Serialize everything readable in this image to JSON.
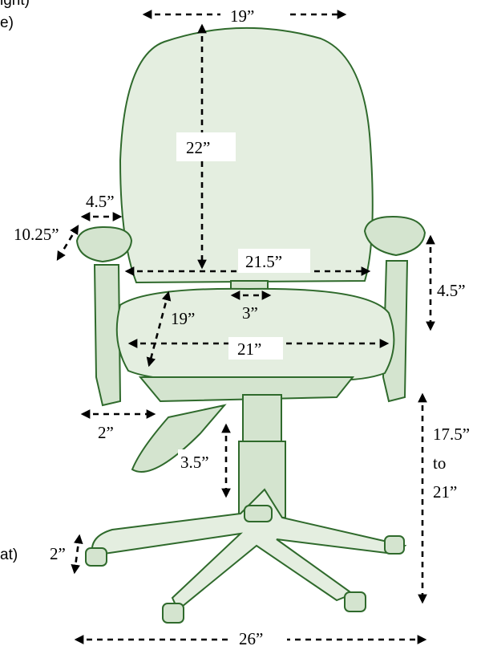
{
  "colors": {
    "line": "#2f6a2c",
    "fill": "#e4eee0",
    "arrow": "#000000"
  },
  "side_text": {
    "top_fragment": "ight)",
    "upper_fragment": "e)",
    "lower_fragment": "at)"
  },
  "dimensions": {
    "backrest_width": "19”",
    "backrest_height": "22”",
    "armrest_width": "4.5”",
    "armrest_length": "10.25”",
    "back_lower_width": "21.5”",
    "armrest_height_adjust": "4.5”",
    "seat_depth": "19”",
    "back_gap": "3”",
    "seat_width": "21”",
    "arm_offset": "2”",
    "seat_height_line1": "17.5”",
    "seat_height_line2": "to",
    "seat_height_line3": "21”",
    "cylinder_travel": "3.5”",
    "caster_height": "2”",
    "base_width": "26”"
  }
}
